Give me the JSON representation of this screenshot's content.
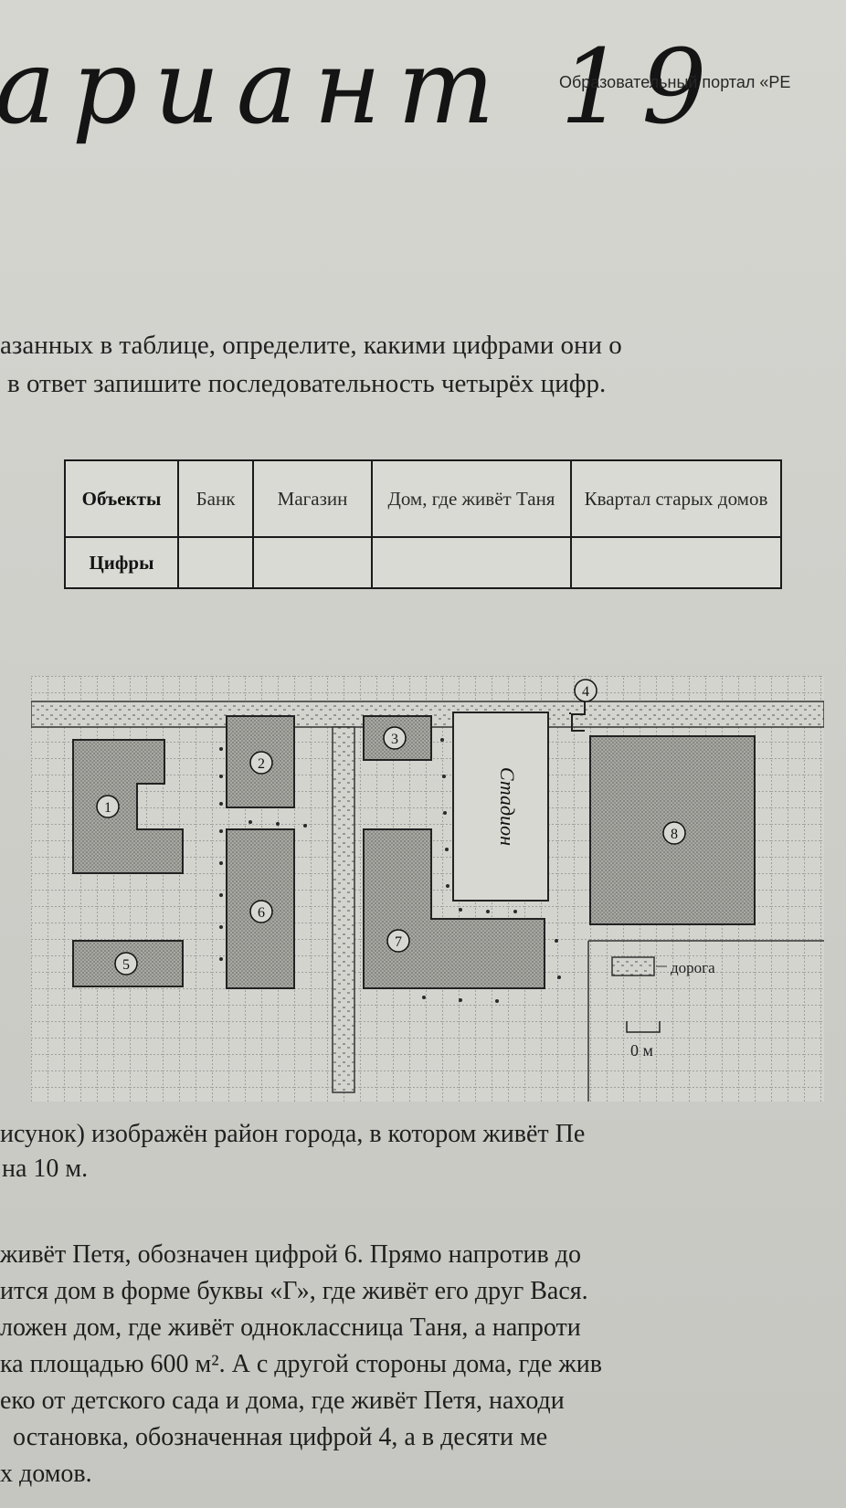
{
  "header": {
    "variant_handwritten": "ариант 19",
    "portal": "Образовательный портал «РЕ"
  },
  "instructions": [
    "азанных в таблице, определите, какими цифрами они о",
    "в ответ запишите последовательность четырёх цифр."
  ],
  "table": {
    "row_headers": [
      "Объекты",
      "Цифры"
    ],
    "columns": [
      "Банк",
      "Магазин",
      "Дом, где живёт Таня",
      "Квартал старых домов"
    ],
    "answers": [
      "",
      "",
      "",
      ""
    ]
  },
  "map": {
    "stadium_label": "Стадион",
    "numbers": [
      "1",
      "2",
      "3",
      "4",
      "5",
      "6",
      "7",
      "8"
    ],
    "legend_road": "дорога",
    "scale": "0 м"
  },
  "paragraph1": [
    "исунок) изображён район города, в котором живёт Пе",
    "на 10 м."
  ],
  "paragraph2": [
    "живёт Петя, обозначен цифрой 6. Прямо напротив до",
    "ится дом в форме буквы «Г», где живёт его друг Вася.",
    "ложен дом, где живёт одноклассница Таня, а напроти",
    "ка площадью 600 м². А с другой стороны дома, где жив",
    "еко от детского сада и дома, где живёт Петя, находи",
    "остановка, обозначенная цифрой 4, а в десяти ме",
    "х домов."
  ]
}
